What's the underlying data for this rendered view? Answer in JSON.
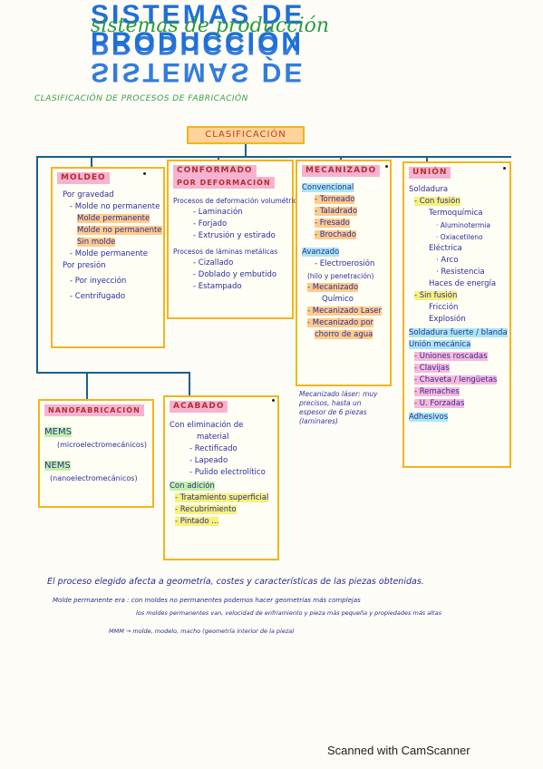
{
  "title": {
    "outline": "SISTEMAS DE PRODUCCIÓN",
    "script": "sistemas de producción"
  },
  "subtitle": "CLASIFICACIÓN DE PROCESOS DE FABRICACIÓN",
  "root": "CLASIFICACIÓN",
  "moldeo": {
    "head": "MOLDEO",
    "lines": [
      "Por gravedad",
      "- Molde no permanente",
      "Molde permanente",
      "Molde no permanente",
      "Sin molde",
      "- Molde permanente",
      "Por presión",
      "- Por inyección",
      "- Centrifugado"
    ]
  },
  "conformado": {
    "head": "CONFORMADO",
    "head2": "POR DEFORMACIÓN",
    "lines": [
      "Procesos de deformación volumétrica",
      "- Laminación",
      "- Forjado",
      "- Extrusión y estirado",
      "Procesos de láminas metálicas",
      "- Cizallado",
      "- Doblado y embutido",
      "- Estampado"
    ]
  },
  "mecanizado": {
    "head": "MECANIZADO",
    "lines": [
      "Convencional",
      "- Torneado",
      "- Taladrado",
      "- Fresado",
      "- Brochado",
      "Avanzado",
      "- Electroerosión",
      "(hilo y penetración)",
      "- Mecanizado",
      "Químico",
      "- Mecanizado Laser",
      "- Mecanizado por",
      "chorro de agua"
    ],
    "note": "Mecanizado láser: muy precisos, hasta un espesor de 6 piezas (laminares)"
  },
  "union": {
    "head": "UNIÓN",
    "lines": [
      "Soldadura",
      "- Con fusión",
      "Termoquímica",
      "· Aluminotermia",
      "· Oxiacetileno",
      "Eléctrica",
      "· Arco",
      "· Resistencia",
      "Haces de energía",
      "- Sin fusión",
      "Fricción",
      "Explosión",
      "Soldadura fuerte / blanda",
      "Unión mecánica",
      "- Uniones roscadas",
      "- Clavijas",
      "- Chaveta / lengüetas",
      "- Remaches",
      "- U. Forzadas",
      "Adhesivos"
    ]
  },
  "nano": {
    "head": "NANOFABRICACIÓN",
    "lines": [
      "MEMS",
      "(microelectromecánicos)",
      "NEMS",
      "(nanoelectromecánicos)"
    ]
  },
  "acabado": {
    "head": "ACABADO",
    "lines": [
      "Con eliminación de",
      "material",
      "- Rectificado",
      "- Lapeado",
      "- Pulido electrolítico",
      "Con adición",
      "- Tratamiento superficial",
      "- Recubrimiento",
      "- Pintado ..."
    ]
  },
  "bottom": {
    "line1": "El proceso elegido afecta a geometría, costes y características de las piezas obtenidas.",
    "line2": "Molde permanente era : con moldes no permanentes podemos hacer geometrías más complejas",
    "line3": "los moldes permanentes van, velocidad de enfriamiento y pieza más pequeña y propiedades más altas",
    "line4": "MMM → molde, modelo, macho (geometría interior de la pieza)"
  },
  "footer": "Scanned with CamScanner"
}
